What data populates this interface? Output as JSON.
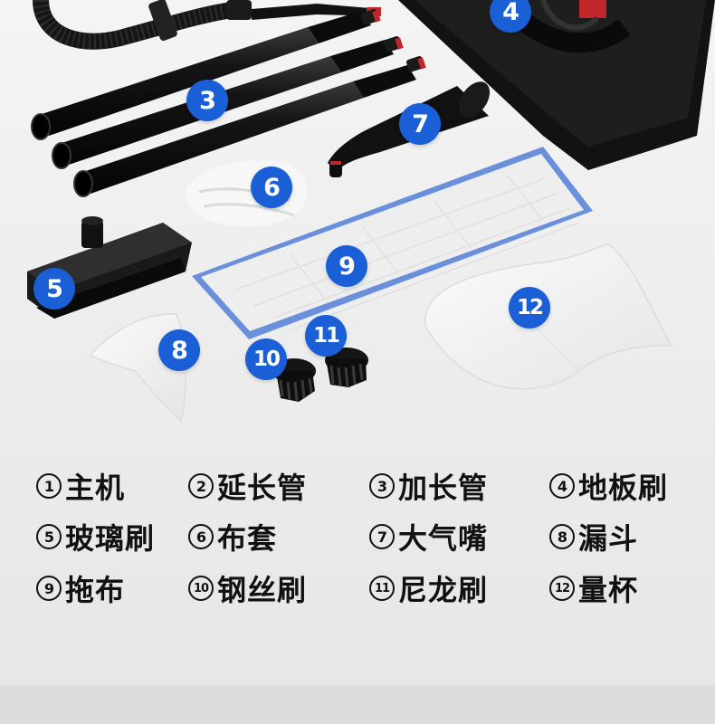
{
  "badges": [
    "4",
    "3",
    "7",
    "6",
    "5",
    "9",
    "12",
    "8",
    "11",
    "10"
  ],
  "legend": [
    {
      "num": "1",
      "name": "主机"
    },
    {
      "num": "2",
      "name": "延长管"
    },
    {
      "num": "3",
      "name": "加长管"
    },
    {
      "num": "4",
      "name": "地板刷"
    },
    {
      "num": "5",
      "name": "玻璃刷"
    },
    {
      "num": "6",
      "name": "布套"
    },
    {
      "num": "7",
      "name": "大气嘴"
    },
    {
      "num": "8",
      "name": "漏斗"
    },
    {
      "num": "9",
      "name": "拖布"
    },
    {
      "num": "10",
      "name": "钢丝刷"
    },
    {
      "num": "11",
      "name": "尼龙刷"
    },
    {
      "num": "12",
      "name": "量杯"
    }
  ],
  "colors": {
    "badge": "#1a5fd6",
    "text": "#111111",
    "background": "#ececec",
    "footer": "#dcdcdc"
  }
}
